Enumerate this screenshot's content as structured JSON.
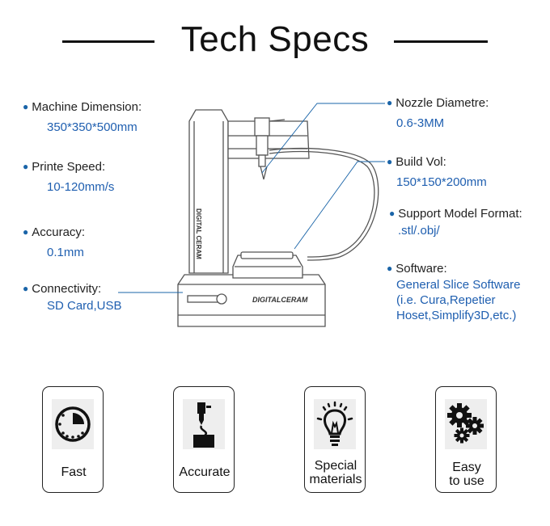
{
  "title": "Tech Specs",
  "brand": "DIGITALCERAM",
  "specs_left": [
    {
      "label": "Machine Dimension:",
      "value": "350*350*500mm"
    },
    {
      "label": "Printe Speed:",
      "value": "10-120mm/s"
    },
    {
      "label": "Accuracy:",
      "value": "0.1mm"
    },
    {
      "label": "Connectivity:",
      "value": "SD Card,USB"
    }
  ],
  "specs_right": [
    {
      "label": "Nozzle Diametre:",
      "value": "0.6-3MM"
    },
    {
      "label": "Build Vol:",
      "value": "150*150*200mm"
    },
    {
      "label": "Support Model Format:",
      "value": ".stl/.obj/"
    },
    {
      "label": "Software:",
      "value_lines": [
        "General Slice Software",
        "(i.e. Cura,Repetier",
        "Hoset,Simplify3D,etc.)"
      ]
    }
  ],
  "features": [
    {
      "label_lines": [
        "Fast"
      ],
      "icon": "clock-icon"
    },
    {
      "label_lines": [
        "Accurate"
      ],
      "icon": "nozzle-icon"
    },
    {
      "label_lines": [
        "Special",
        "materials"
      ],
      "icon": "lightbulb-icon"
    },
    {
      "label_lines": [
        "Easy",
        "to use"
      ],
      "icon": "gears-icon"
    }
  ],
  "colors": {
    "accent": "#1f5fb0",
    "text": "#222222",
    "line": "#1a64a8"
  }
}
